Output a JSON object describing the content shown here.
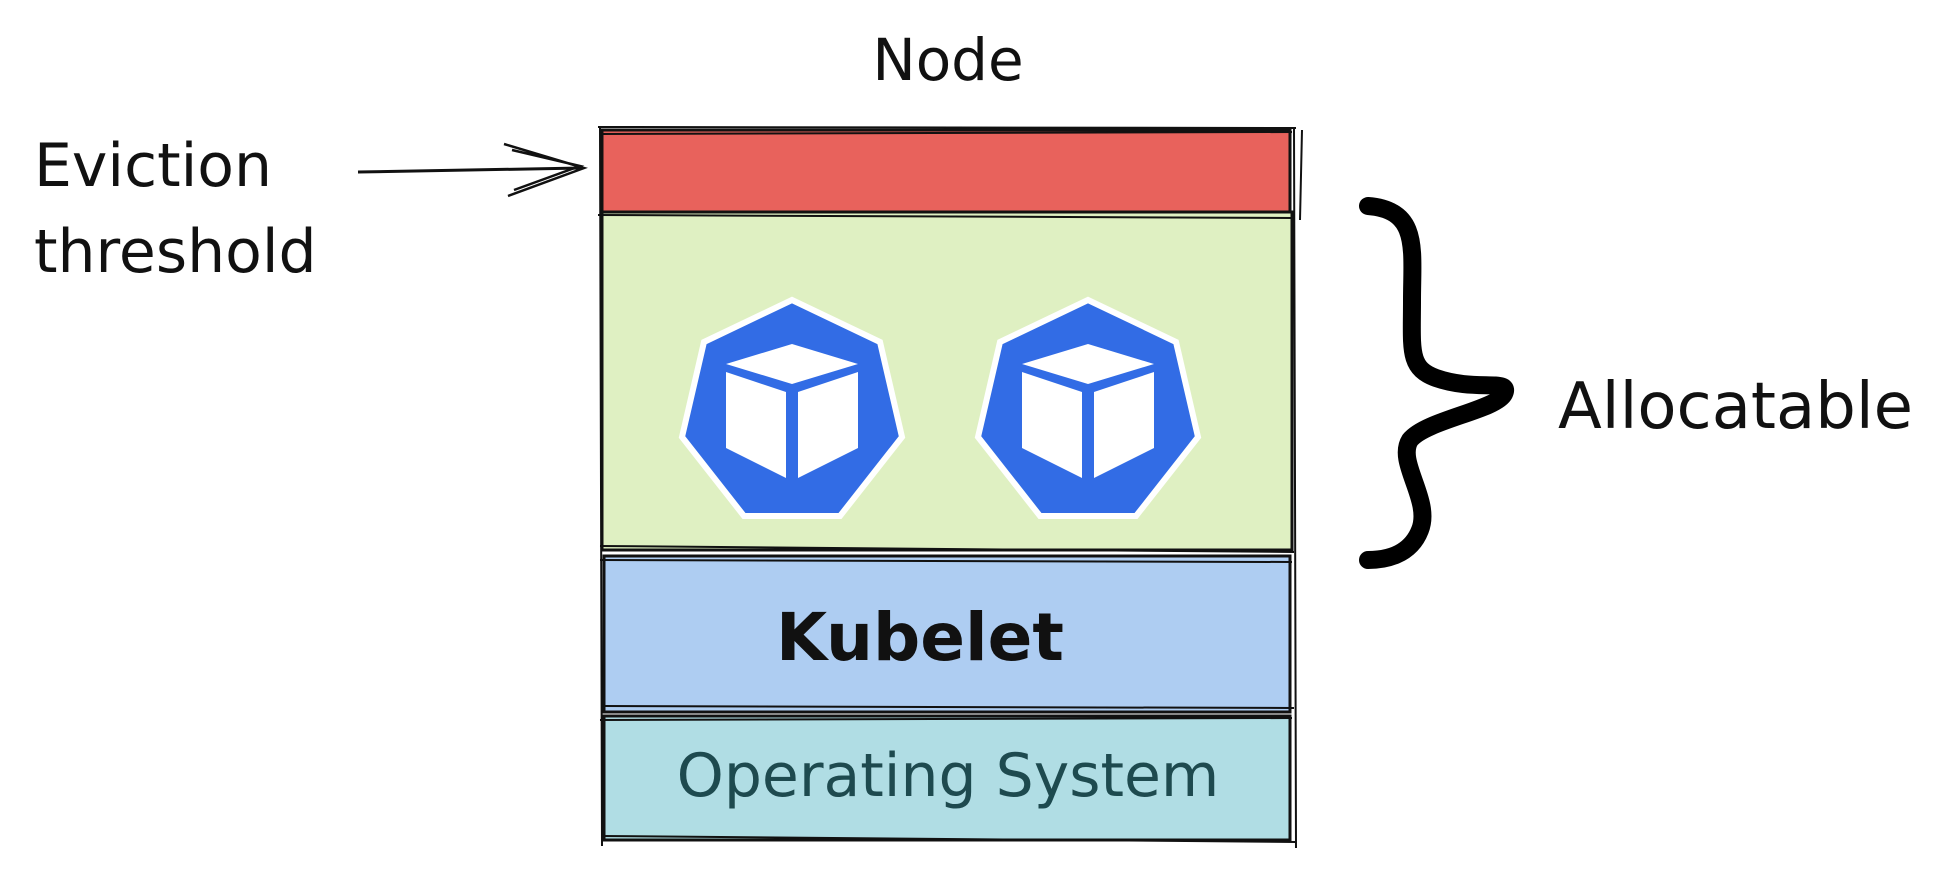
{
  "title": "Node",
  "eviction_label": {
    "line1": "Eviction",
    "line2": "threshold"
  },
  "allocatable_label": "Allocatable",
  "layers": {
    "eviction": {
      "color": "#e8625c"
    },
    "allocatable": {
      "color": "#dff0c2"
    },
    "kubelet": {
      "label": "Kubelet",
      "color": "#aecdf2"
    },
    "os": {
      "label": "Operating System",
      "color": "#b0dde4"
    }
  },
  "pods": [
    {
      "icon": "kubernetes-pod-icon",
      "color": "#326ce5"
    },
    {
      "icon": "kubernetes-pod-icon",
      "color": "#326ce5"
    }
  ]
}
